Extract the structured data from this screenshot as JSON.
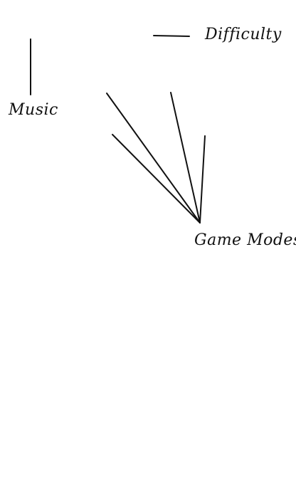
{
  "menu": {
    "difficulty_label": "Difficulty",
    "music_label": "Music",
    "game_modes_label": "Game Modes"
  },
  "colors": {
    "ink": "#111111",
    "background": "#ffffff"
  }
}
